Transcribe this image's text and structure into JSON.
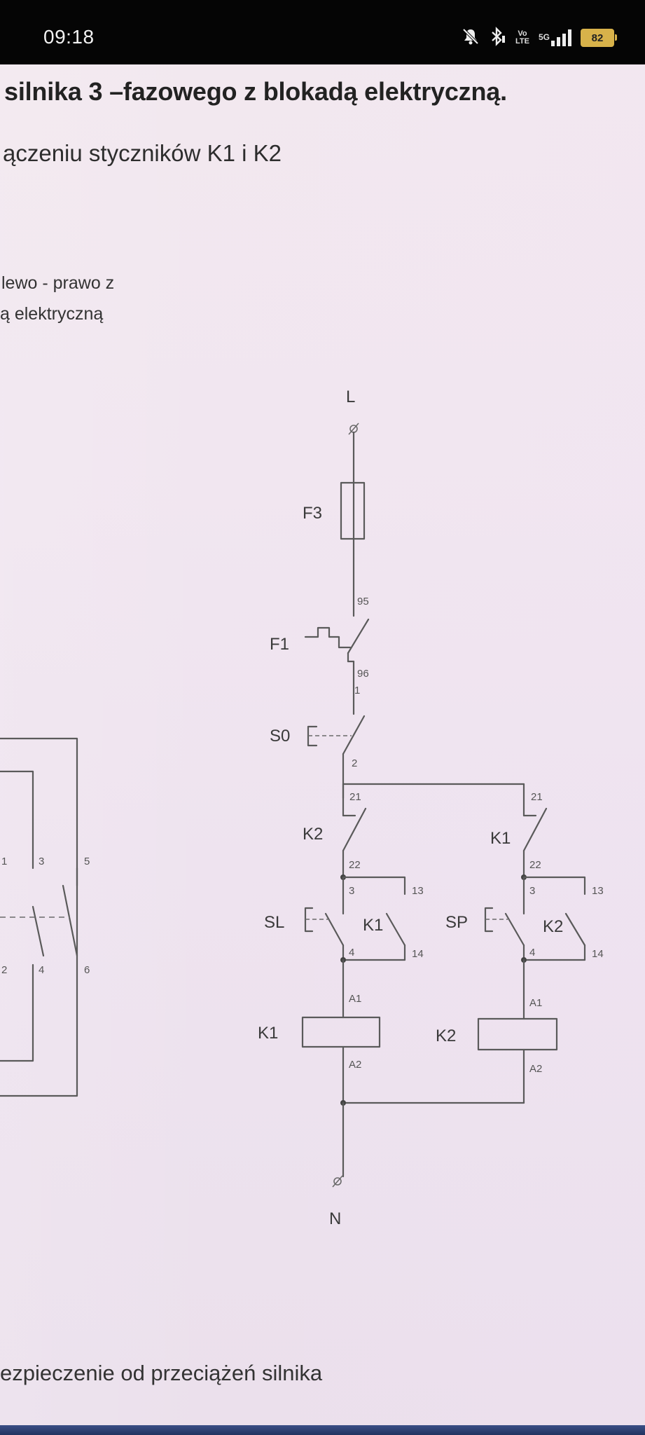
{
  "status_bar": {
    "time": "09:18",
    "icons": [
      "mute-icon",
      "bluetooth-icon",
      "volte-icon",
      "signal-5g-icon"
    ],
    "volte_text": "Vo LTE",
    "network": "5G",
    "battery": "82",
    "battery_color": "#d8b24a"
  },
  "slide": {
    "title": "silnika 3 –fazowego z blokadą elektryczną.",
    "subtitle": "ączeniu styczników K1 i K2",
    "side_line_1": "lewo - prawo z",
    "side_line_2": "ą elektryczną",
    "footer": "ezpieczenie od przeciążeń silnika"
  },
  "diagram": {
    "supply_top": "L",
    "supply_bottom": "N",
    "components": {
      "fuse": "F3",
      "overload": "F1",
      "stop": "S0",
      "start_left": "SL",
      "start_right": "SP",
      "interlock_in_left": "K2",
      "interlock_in_right": "K1",
      "hold_left": "K1",
      "hold_right": "K2",
      "coil_left": "K1",
      "coil_right": "K2"
    },
    "terminals": {
      "f1_top": "95",
      "f1_bottom": "96",
      "s0_top": "1",
      "s0_bottom": "2",
      "nc_top": "21",
      "nc_bottom": "22",
      "no_start_top": "3",
      "no_start_bottom": "4",
      "hold_top": "13",
      "hold_bottom": "14",
      "coil_top": "A1",
      "coil_bottom": "A2"
    },
    "power_circuit_terminals": [
      "1",
      "3",
      "5",
      "2",
      "4",
      "6"
    ]
  }
}
